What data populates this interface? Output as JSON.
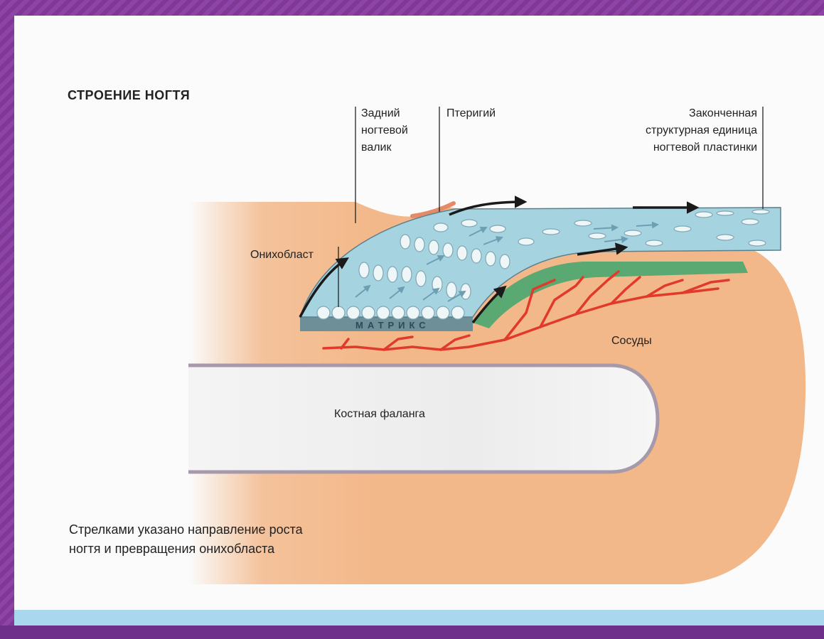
{
  "diagram": {
    "title": "СТРОЕНИЕ НОГТЯ",
    "labels": {
      "posterior_fold": "Задний\nногтевой\nвалик",
      "pterygium": "Птеригий",
      "finished_unit": "Законченная\nструктурная единица\nногтевой пластинки",
      "onychoblast": "Онихобласт",
      "matrix": "МАТРИКС",
      "vessels": "Сосуды",
      "bone": "Костная фаланга"
    },
    "caption": "Стрелками указано направление роста\nногтя и превращения онихобласта"
  },
  "colors": {
    "skin": "#f3b88a",
    "nail_plate": "#a6d3e0",
    "nail_bed": "#5aa872",
    "matrix_layer": "#6f8f98",
    "vessels": "#e23a2a",
    "bone_outline": "#a69aaa",
    "bone_fill": "#ececec"
  }
}
